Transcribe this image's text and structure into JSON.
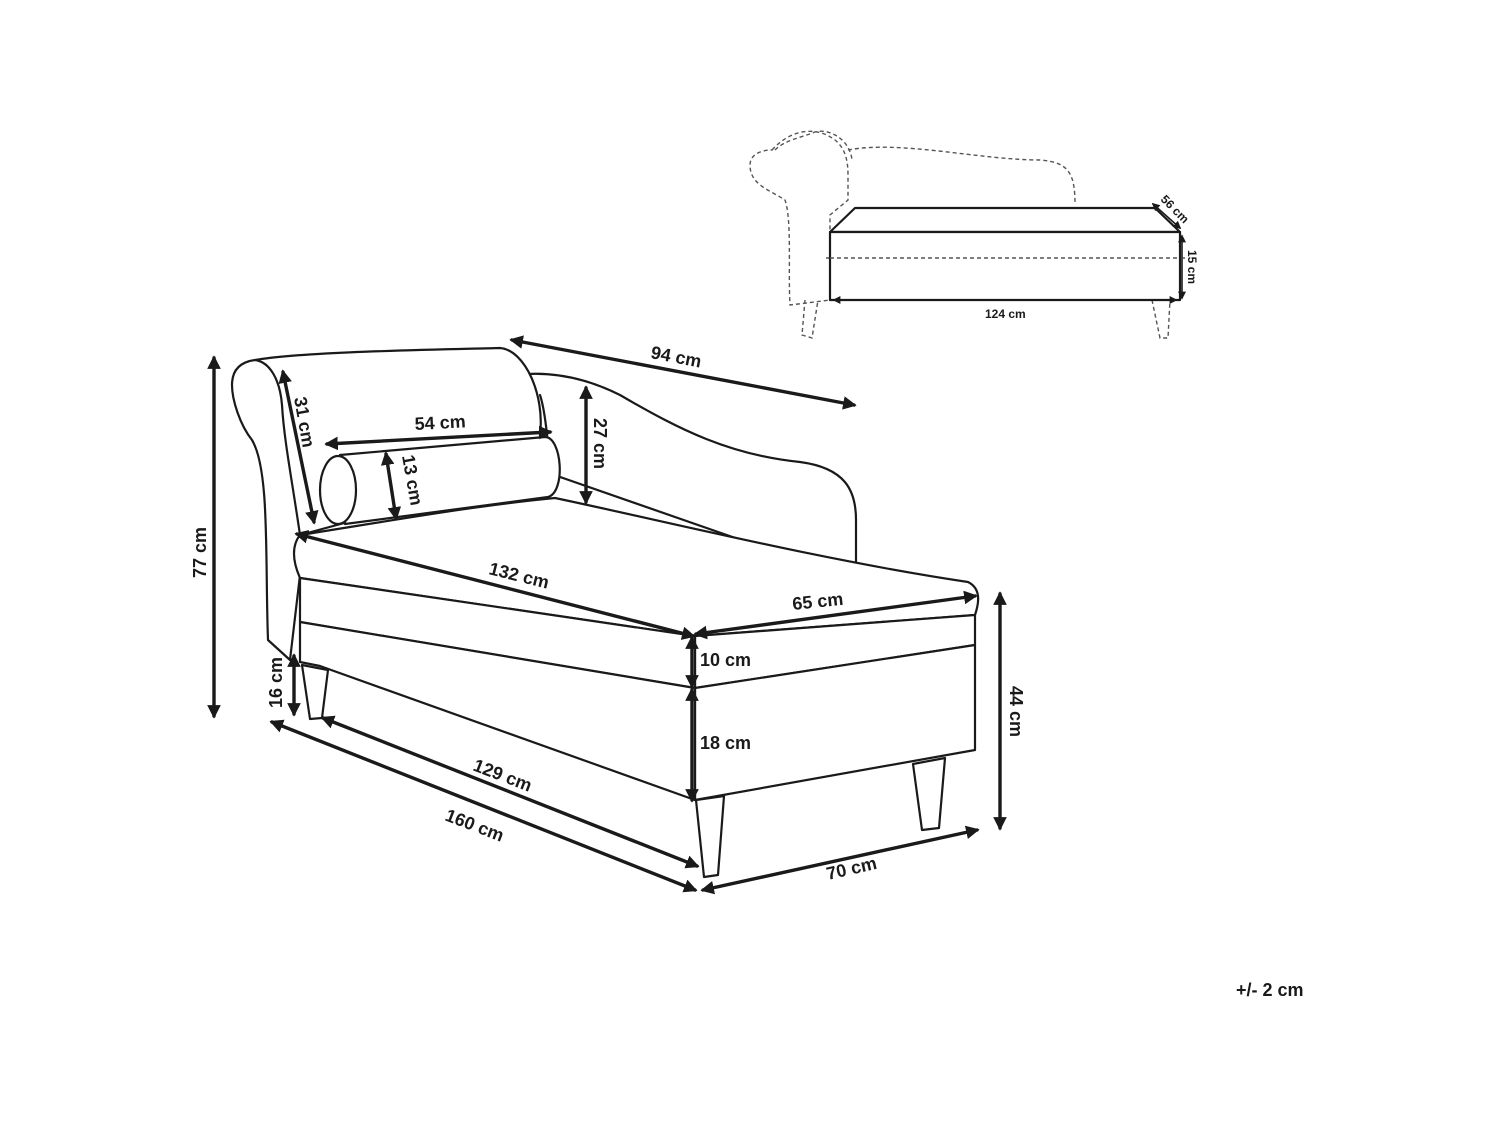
{
  "main": {
    "width": "94 cm",
    "armrest_height": "31 cm",
    "pillow_length": "54 cm",
    "backrest_height": "27 cm",
    "pillow_diameter": "13 cm",
    "total_height": "77 cm",
    "seat_depth": "132 cm",
    "seat_width": "65 cm",
    "cushion_height": "10 cm",
    "leg_height": "16 cm",
    "base_height": "18 cm",
    "seat_height": "44 cm",
    "inner_length": "129 cm",
    "total_length": "160 cm",
    "base_width": "70 cm"
  },
  "storage": {
    "depth": "56 cm",
    "height": "15 cm",
    "length": "124 cm"
  },
  "tolerance": "+/- 2 cm"
}
